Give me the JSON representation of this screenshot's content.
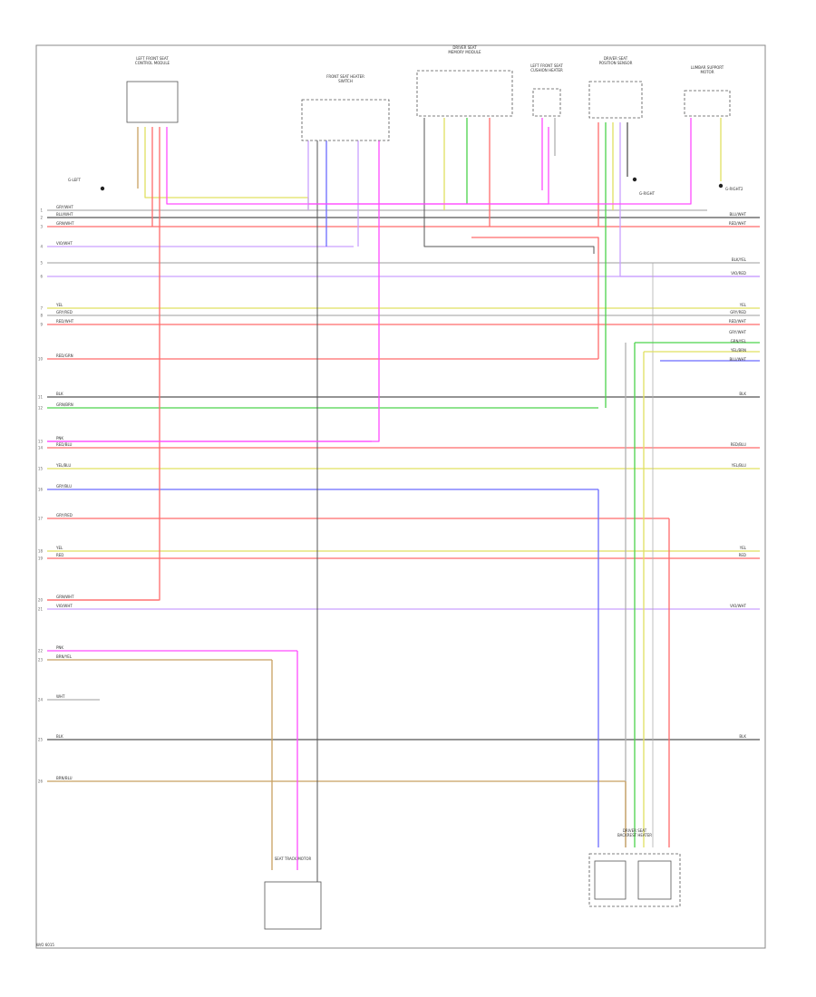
{
  "figure_code": "W/O 6015",
  "colors": {
    "RED": "#ff6b6b",
    "VIO": "#c9a0ff",
    "GRN": "#4cd34c",
    "PNK": "#ff4cff",
    "BLU": "#6b6bff",
    "YEL": "#e0e060",
    "BLK": "#555555",
    "GRY": "#b0b0b0",
    "BRN": "#c8a060",
    "ORN": "#ffa040"
  },
  "components": {
    "left_control": "LEFT FRONT SEAT CONTROL MODULE",
    "center_switch": "FRONT SEAT HEATER SWITCH",
    "rear_module": "DRIVER SEAT MEMORY MODULE",
    "right_seat": "LEFT FRONT SEAT CUSHION HEATER",
    "right_module": "DRIVER SEAT POSITION SENSOR",
    "far_right": "LUMBAR SUPPORT MOTOR",
    "bottom_motor": "SEAT TRACK MOTOR",
    "bottom_right": "DRIVER SEAT BACKREST HEATER"
  },
  "ground_labels": {
    "left": "G-LEFT",
    "right1": "G-RIGHT",
    "right2": "G-RIGHT2"
  },
  "bus_lines": [
    {
      "num": "1",
      "label_left": "GRY/WHT",
      "label_right": "",
      "color": "GRY"
    },
    {
      "num": "2",
      "label_left": "BLU/WHT",
      "label_right": "BLU/WHT",
      "color": "BLK"
    },
    {
      "num": "3",
      "label_left": "GRN/WHT",
      "label_right": "RED/WHT",
      "color": "RED"
    },
    {
      "num": "4",
      "label_left": "VIO/WHT",
      "label_right": "",
      "color": "VIO"
    },
    {
      "num": "5",
      "label_left": "",
      "label_right": "BLK/YEL",
      "color": "GRY"
    },
    {
      "num": "6",
      "label_left": "",
      "label_right": "VIO/RED",
      "color": "VIO"
    },
    {
      "num": "7",
      "label_left": "YEL",
      "label_right": "YEL",
      "color": "YEL"
    },
    {
      "num": "8",
      "label_left": "GRY/RED",
      "label_right": "GRY/RED",
      "color": "GRY"
    },
    {
      "num": "9",
      "label_left": "RED/WHT",
      "label_right": "RED/WHT",
      "color": "RED"
    },
    {
      "num": "10",
      "label_left": "RED/GRN",
      "label_right": "",
      "color": "RED"
    },
    {
      "num": "11",
      "label_left": "BLK",
      "label_right": "BLK",
      "color": "BLK"
    },
    {
      "num": "12",
      "label_left": "GRN/BRN",
      "label_right": "",
      "color": "GRN"
    },
    {
      "num": "13",
      "label_left": "PNK",
      "label_right": "",
      "color": "PNK"
    },
    {
      "num": "14",
      "label_left": "RED/BLU",
      "label_right": "RED/BLU",
      "color": "RED"
    },
    {
      "num": "15",
      "label_left": "YEL/BLU",
      "label_right": "YEL/BLU",
      "color": "YEL"
    },
    {
      "num": "16",
      "label_left": "GRY/BLU",
      "label_right": "",
      "color": "BLU"
    },
    {
      "num": "17",
      "label_left": "GRY/RED",
      "label_right": "",
      "color": "RED"
    },
    {
      "num": "18",
      "label_left": "YEL",
      "label_right": "YEL",
      "color": "YEL"
    },
    {
      "num": "19",
      "label_left": "RED",
      "label_right": "RED",
      "color": "RED"
    },
    {
      "num": "20",
      "label_left": "GRN/WHT",
      "label_right": "",
      "color": "RED"
    },
    {
      "num": "21",
      "label_left": "VIO/WHT",
      "label_right": "VIO/WHT",
      "color": "VIO"
    },
    {
      "num": "22",
      "label_left": "PNK",
      "label_right": "",
      "color": "PNK"
    },
    {
      "num": "23",
      "label_left": "BRN/YEL",
      "label_right": "",
      "color": "BRN"
    },
    {
      "num": "24",
      "label_left": "WHT",
      "label_right": "",
      "color": "GRY"
    },
    {
      "num": "25",
      "label_left": "BLK",
      "label_right": "BLK",
      "color": "BLK"
    },
    {
      "num": "26",
      "label_left": "BRN/BLU",
      "label_right": "",
      "color": "BRN"
    }
  ],
  "right_tap_labels": [
    "GRY/WHT",
    "GRN/YEL",
    "YEL/BRN",
    "BLU/WHT"
  ]
}
